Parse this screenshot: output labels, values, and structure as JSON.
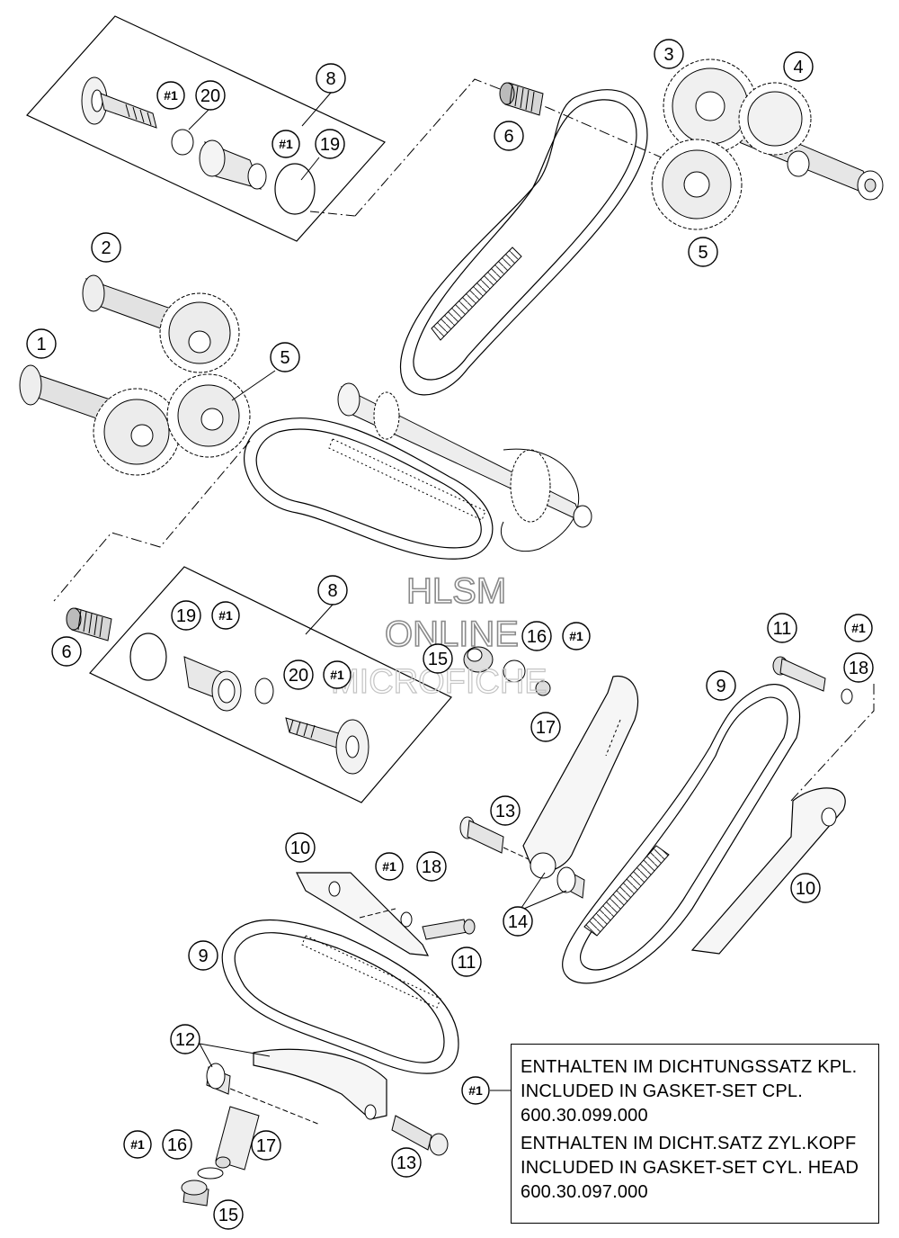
{
  "watermark": {
    "line1": "HLSM",
    "line2": "ONLINE",
    "line3": "MICROFICHE"
  },
  "callouts": {
    "c1": "1",
    "c2": "2",
    "c3": "3",
    "c4": "4",
    "c5": "5",
    "c6": "6",
    "c8": "8",
    "c9": "9",
    "c10": "10",
    "c11": "11",
    "c12": "12",
    "c13": "13",
    "c14": "14",
    "c15": "15",
    "c16": "16",
    "c17": "17",
    "c18": "18",
    "c19": "19",
    "c20": "20",
    "ref1": "#1"
  },
  "legend": {
    "line1": "ENTHALTEN IM DICHTUNGSSATZ KPL.",
    "line2": "INCLUDED IN GASKET-SET CPL.",
    "line3": "600.30.099.000",
    "line4": "ENTHALTEN IM DICHT.SATZ ZYL.KOPF",
    "line5": "INCLUDED IN GASKET-SET CYL. HEAD",
    "line6": "600.30.097.000"
  }
}
